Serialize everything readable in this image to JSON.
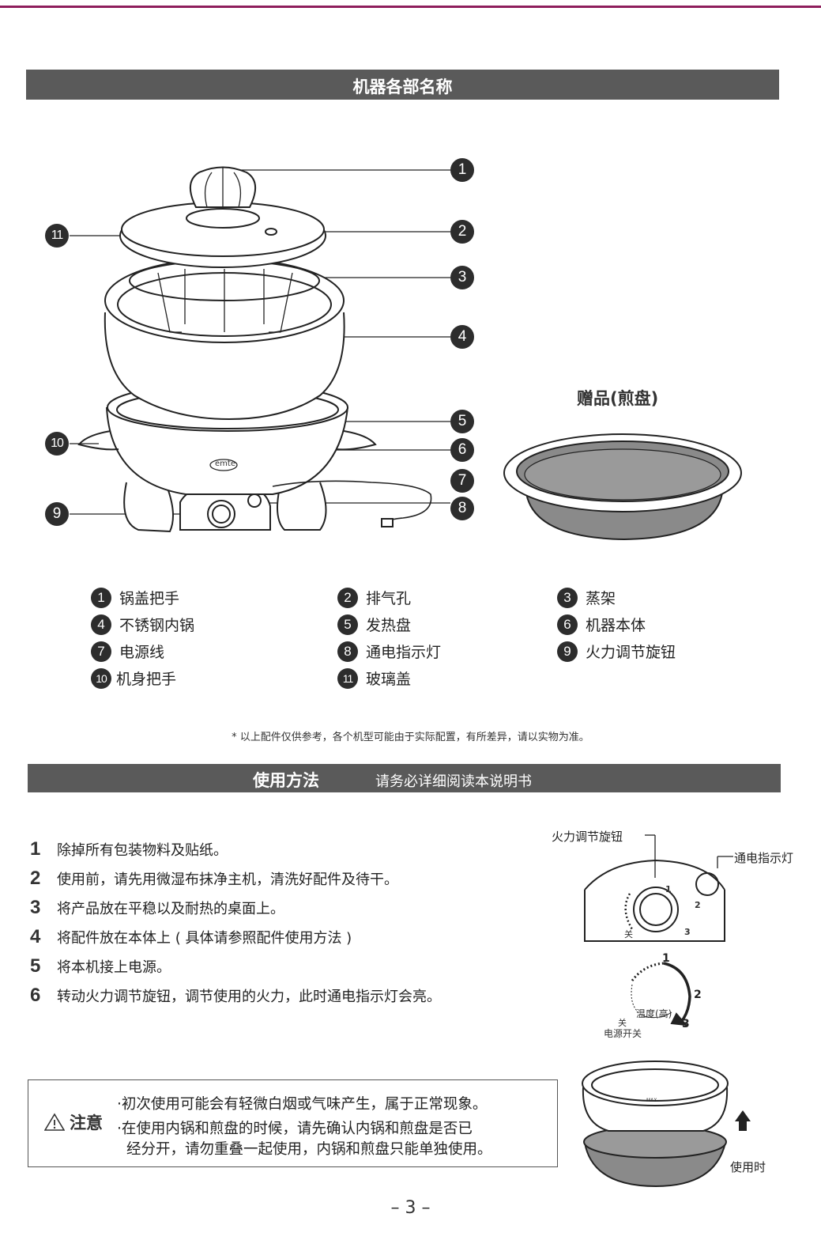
{
  "section1": {
    "title": "机器各部名称"
  },
  "gift": {
    "title": "赠品(煎盘)"
  },
  "brand": "emte",
  "callouts": [
    "1",
    "2",
    "3",
    "4",
    "5",
    "6",
    "7",
    "8",
    "9",
    "10",
    "11"
  ],
  "parts": [
    {
      "num": "1",
      "name": "锅盖把手"
    },
    {
      "num": "2",
      "name": "排气孔"
    },
    {
      "num": "3",
      "name": "蒸架"
    },
    {
      "num": "4",
      "name": "不锈钢内锅"
    },
    {
      "num": "5",
      "name": "发热盘"
    },
    {
      "num": "6",
      "name": "机器本体"
    },
    {
      "num": "7",
      "name": "电源线"
    },
    {
      "num": "8",
      "name": "通电指示灯"
    },
    {
      "num": "9",
      "name": "火力调节旋钮"
    },
    {
      "num": "10",
      "name": "机身把手"
    },
    {
      "num": "11",
      "name": "玻璃盖"
    }
  ],
  "footnote": "* 以上配件仅供参考，各个机型可能由于实际配置，有所差异，请以实物为准。",
  "section2": {
    "title": "使用方法",
    "subtitle": "请务必详细阅读本说明书"
  },
  "steps": [
    {
      "num": "1",
      "text": "除掉所有包装物料及贴纸。"
    },
    {
      "num": "2",
      "text": "使用前，请先用微湿布抹净主机，清洗好配件及待干。"
    },
    {
      "num": "3",
      "text": "将产品放在平稳以及耐热的桌面上。"
    },
    {
      "num": "4",
      "text": "将配件放在本体上 ( 具体请参照配件使用方法 )"
    },
    {
      "num": "5",
      "text": "将本机接上电源。"
    },
    {
      "num": "6",
      "text": "转动火力调节旋钮，调节使用的火力，此时通电指示灯会亮。"
    }
  ],
  "diagram": {
    "knob_label": "火力调节旋钮",
    "light_label": "通电指示灯",
    "dial_marks": [
      "1",
      "2",
      "3"
    ],
    "off_mark": "关",
    "temp_label": "温度(高)",
    "power_switch_label": "电源开关",
    "max_mark": "MAX",
    "usage_label": "使用时"
  },
  "note": {
    "label": "注意",
    "line1": "·初次使用可能会有轻微白烟或气味产生，属于正常现象。",
    "line2": "·在使用内锅和煎盘的时候，请先确认内锅和煎盘是否已",
    "line3": "经分开，请勿重叠一起使用，内锅和煎盘只能单独使用。"
  },
  "page": {
    "number": "– 3 –"
  }
}
